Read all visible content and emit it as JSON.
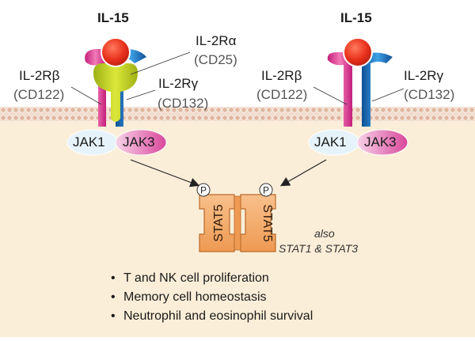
{
  "left_receptor": {
    "ligand": "IL-15",
    "alpha_name": "IL-2Rα",
    "alpha_cd": "(CD25)",
    "beta_name": "IL-2Rβ",
    "beta_cd": "(CD122)",
    "gamma_name": "IL-2Rγ",
    "gamma_cd": "(CD132)",
    "jak1": "JAK1",
    "jak3": "JAK3"
  },
  "right_receptor": {
    "ligand": "IL-15",
    "beta_name": "IL-2Rβ",
    "beta_cd": "(CD122)",
    "gamma_name": "IL-2Rγ",
    "gamma_cd": "(CD132)",
    "jak1": "JAK1",
    "jak3": "JAK3"
  },
  "stat": {
    "left_label": "STAT5",
    "right_label": "STAT5",
    "phospho": "P",
    "also_line1": "also",
    "also_line2": "STAT1 & STAT3"
  },
  "outcomes": [
    "T and NK cell proliferation",
    "Memory cell homeostasis",
    "Neutrophil and eosinophil survival"
  ],
  "colors": {
    "cytoplasm": "#fbeed8",
    "membrane": "#e8c9b4",
    "ligand": "#e8301c",
    "alpha_chain": "#c7d61c",
    "beta_chain": "#e05aa0",
    "gamma_chain": "#1a6fc0",
    "jak1_fill": "#e6f3fa",
    "jak3_fill": "#e878b8",
    "stat_fill": "#f3a867",
    "stat_stroke": "#b86a2b"
  }
}
